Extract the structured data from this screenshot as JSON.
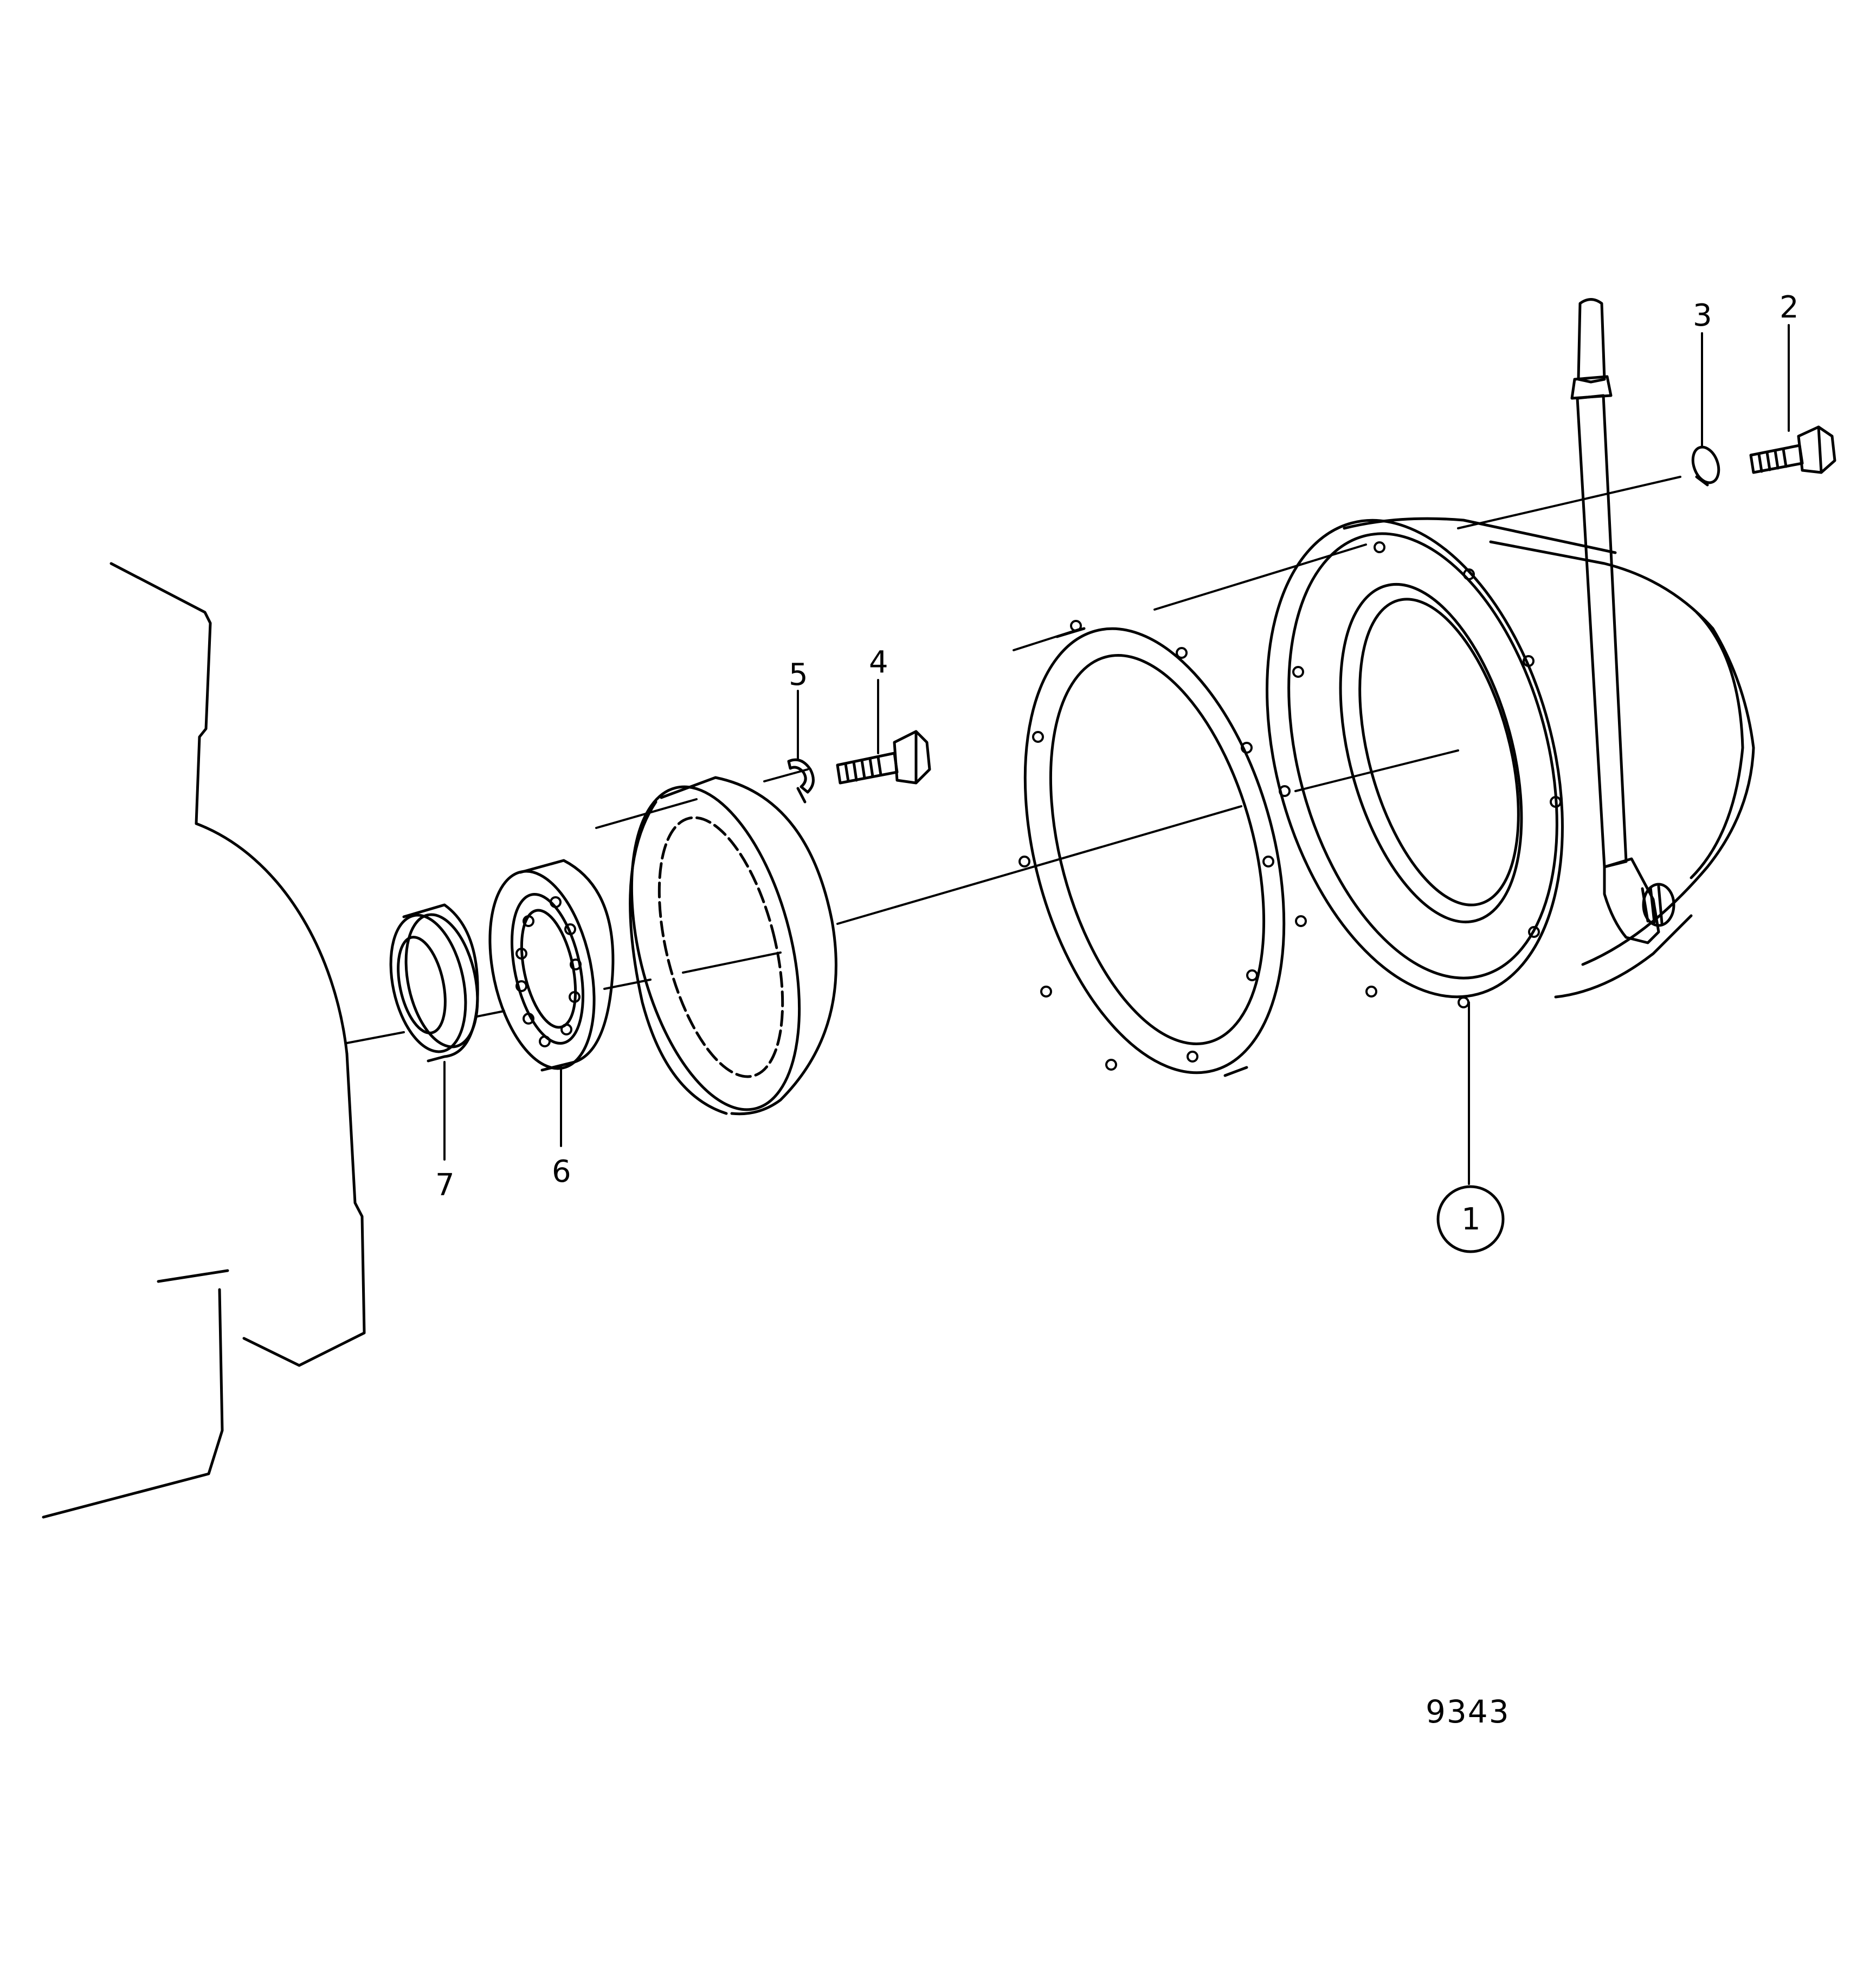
{
  "callouts": {
    "part1": "1",
    "part2": "2",
    "part3": "3",
    "part4": "4",
    "part5": "5",
    "part6": "6",
    "part7": "7"
  },
  "reference": "9343"
}
